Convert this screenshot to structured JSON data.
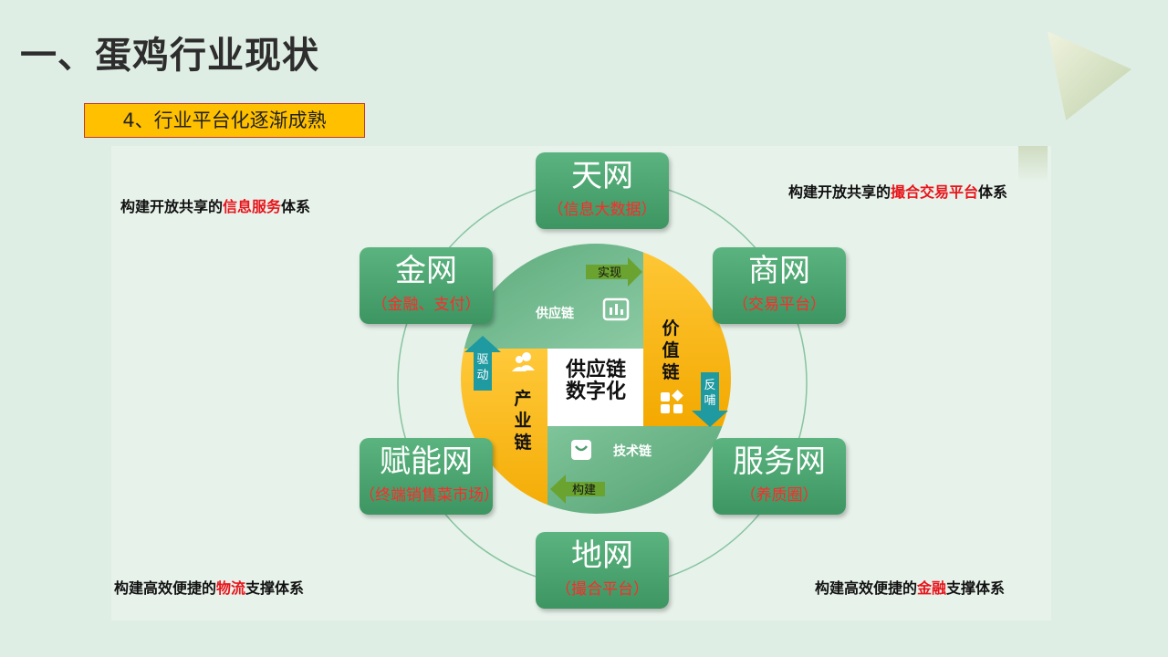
{
  "header": {
    "title": "一、蛋鸡行业现状",
    "subtitle": "4、行业平台化逐渐成熟"
  },
  "notes": {
    "top_left": {
      "pre": "构建开放共享的",
      "hl": "信息服务",
      "post": "体系"
    },
    "top_right": {
      "pre": "构建开放共享的",
      "hl": "撮合交易平台",
      "post": "体系"
    },
    "bottom_left": {
      "pre": "构建高效便捷的",
      "hl": "物流",
      "post": "支撑体系"
    },
    "bottom_right": {
      "pre": "构建高效便捷的",
      "hl": "金融",
      "post": "支撑体系"
    }
  },
  "nodes": {
    "tian": {
      "name": "天网",
      "sub": "（信息大数据）"
    },
    "jin": {
      "name": "金网",
      "sub": "（金融、支付）"
    },
    "shang": {
      "name": "商网",
      "sub": "（交易平台）"
    },
    "funeng": {
      "name": "赋能网",
      "sub": "（终端销售菜市场）"
    },
    "fuwu": {
      "name": "服务网",
      "sub": "（养质圈）"
    },
    "di": {
      "name": "地网",
      "sub": "（撮合平台）"
    }
  },
  "center": {
    "core_line1": "供应链",
    "core_line2": "数字化",
    "supply_chain": "供应链",
    "tech_chain": "技术链",
    "value_chain": [
      "价",
      "值",
      "链"
    ],
    "industry_chain": [
      "产",
      "业",
      "链"
    ],
    "arrow_realize": "实现",
    "arrow_feedback": [
      "反",
      "哺"
    ],
    "arrow_build": "构建",
    "arrow_drive": [
      "驱",
      "动"
    ]
  },
  "colors": {
    "accent_red": "#e8141b",
    "node_green": "#4aa56e",
    "chain_yellow": "#f6b100",
    "badge_yellow": "#ffc000"
  }
}
